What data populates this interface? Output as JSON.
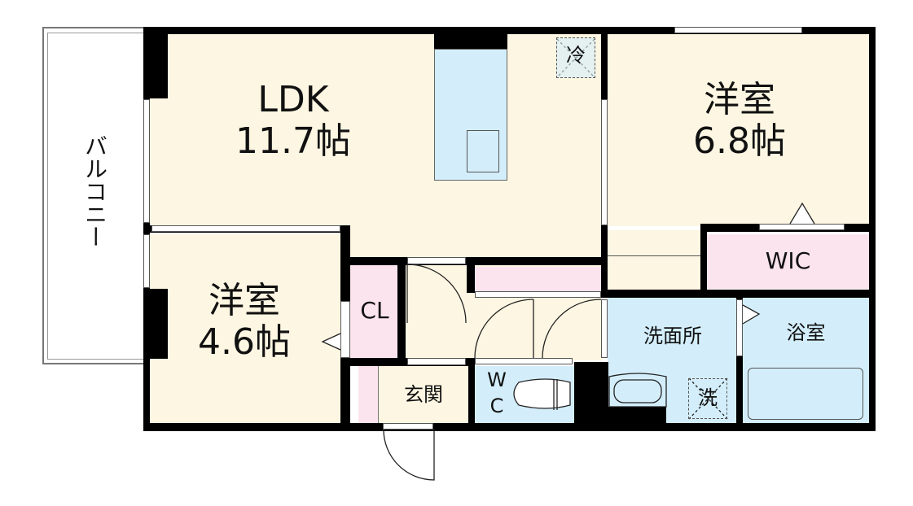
{
  "rooms": {
    "ldk": {
      "name": "LDK",
      "size": "11.7帖"
    },
    "western_a": {
      "name": "洋室",
      "size": "6.8帖"
    },
    "western_b": {
      "name": "洋室",
      "size": "4.6帖"
    },
    "wic": "WIC",
    "closet": "CL",
    "washroom": "洗面所",
    "bath": "浴室",
    "entrance": "玄関",
    "toilet_w": "W",
    "toilet_c": "C",
    "balcony": "バルコニー"
  },
  "symbols": {
    "fridge": "冷",
    "washer": "洗"
  },
  "colors": {
    "wall": "#000000",
    "floor": "#fdf6e2",
    "storage": "#fbe4ee",
    "wet_area": "#d3eefa"
  }
}
